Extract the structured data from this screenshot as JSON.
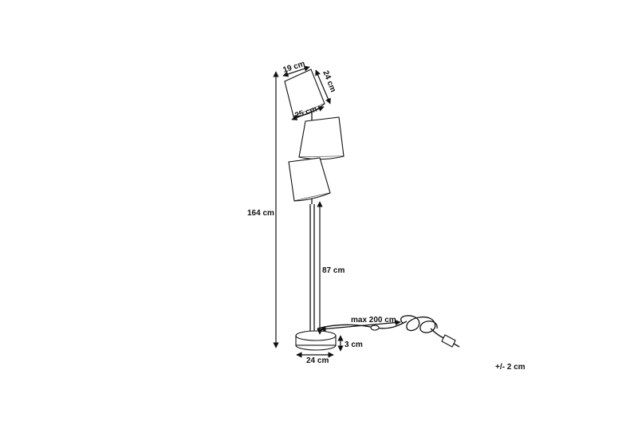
{
  "diagram": {
    "dimensions": {
      "total_height": "164 cm",
      "shade_top_width": "19 cm",
      "shade_height": "24 cm",
      "shade_bottom_width": "25 cm",
      "pole_height": "87 cm",
      "cable_length": "max 200 cm",
      "base_height": "3 cm",
      "base_width": "24 cm"
    },
    "tolerance": "+/- 2 cm"
  }
}
